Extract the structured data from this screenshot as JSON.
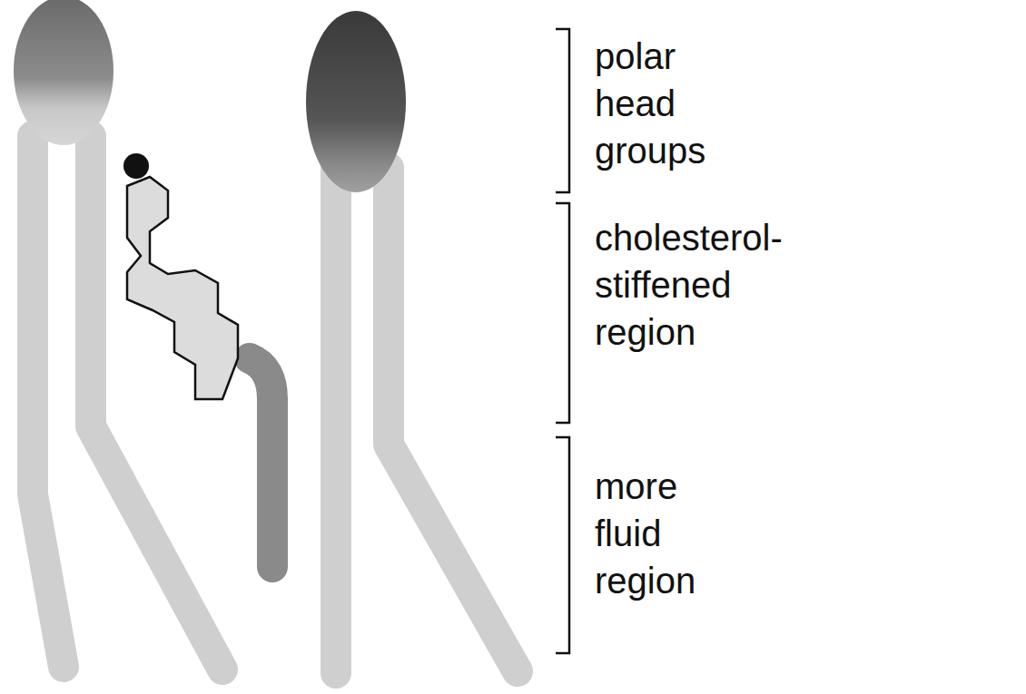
{
  "diagram": {
    "labels": [
      "polar head groups",
      "cholesterol-stiffened region",
      "more fluid region"
    ]
  }
}
